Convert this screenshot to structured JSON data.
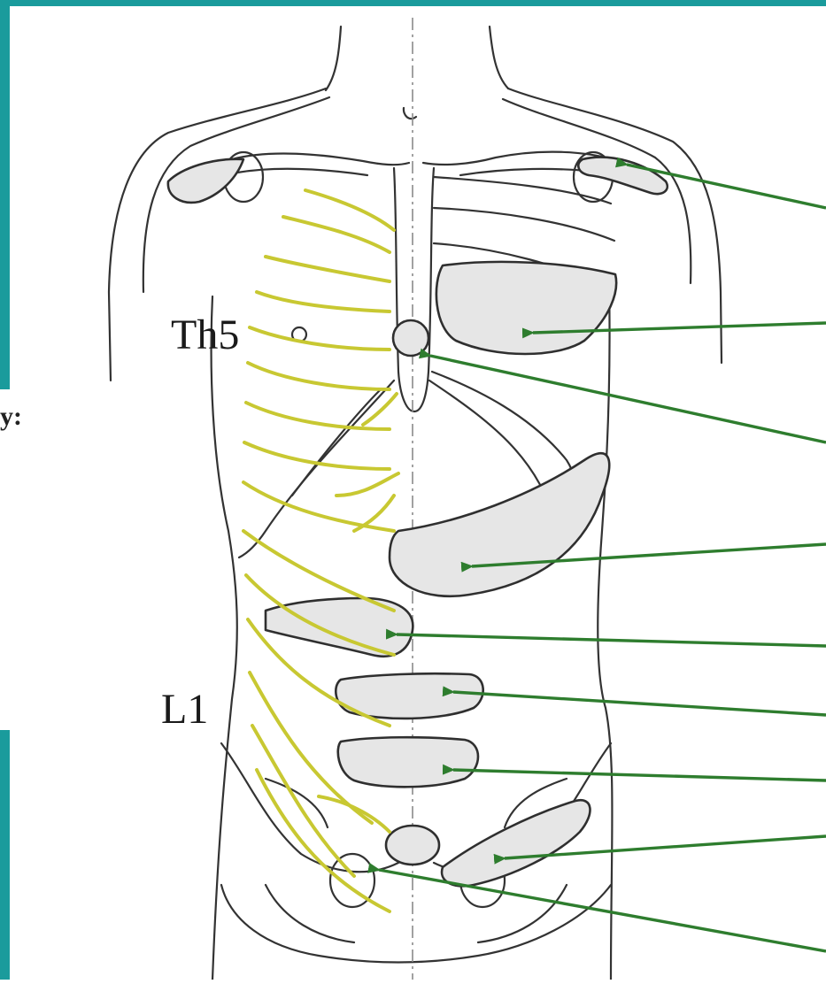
{
  "colors": {
    "teal_frame": "#1a9b9c",
    "outline": "#333333",
    "organ_fill": "#e6e6e6",
    "organ_stroke": "#2f2f2f",
    "nerve": "#c8c832",
    "arrow": "#2e7d2e",
    "midline": "#8a8a8a"
  },
  "left_fragment_text": "y:",
  "levels": {
    "upper": "Th5",
    "lower": "L1"
  },
  "callouts": [
    {
      "id": "shoulder"
    },
    {
      "id": "heart"
    },
    {
      "id": "esophagus"
    },
    {
      "id": "stomach"
    },
    {
      "id": "duodenum"
    },
    {
      "id": "small-intestine"
    },
    {
      "id": "large-intestine"
    },
    {
      "id": "sigmoid-colon"
    },
    {
      "id": "bladder"
    }
  ]
}
